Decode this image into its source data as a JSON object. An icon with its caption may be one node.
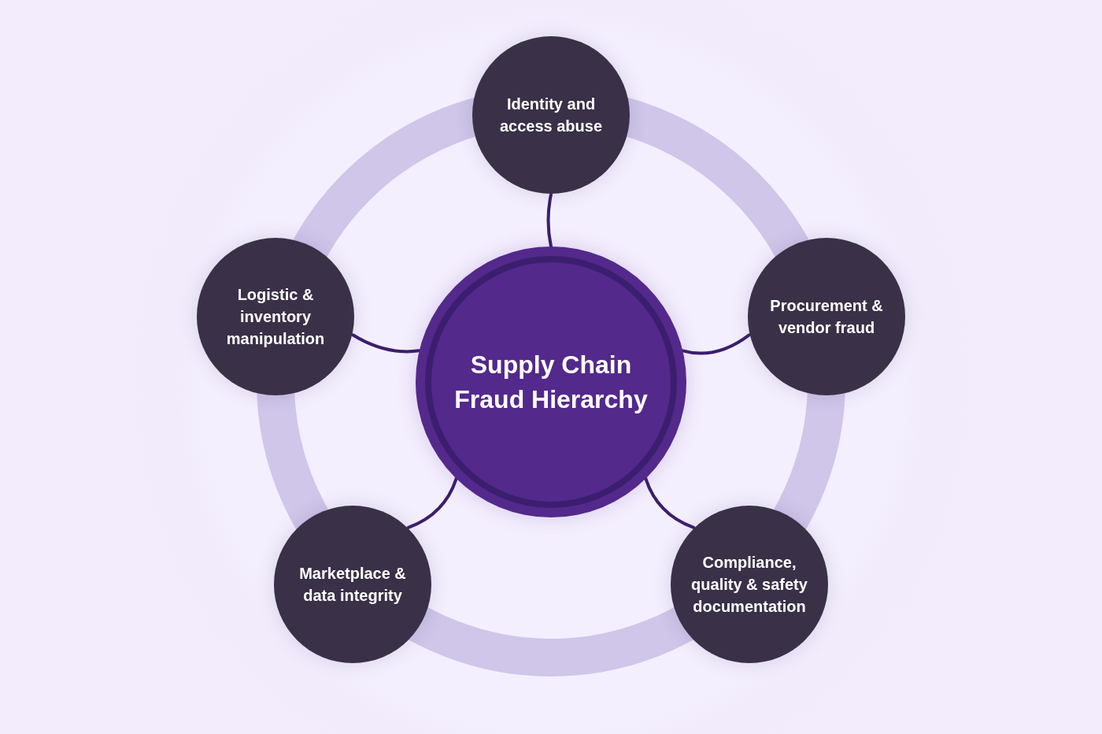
{
  "diagram": {
    "nodes": [
      {
        "text": [
          "Supply Chain Fraud Hierarchy"
        ]
      },
      {
        "text": [
          "Identity and access abuse"
        ]
      },
      {
        "text": [
          "Procurement & vendor fraud"
        ]
      },
      {
        "text": [
          "Compliance, quality & safety documentation"
        ]
      },
      {
        "text": [
          "Marketplace & data integrity"
        ]
      },
      {
        "text": [
          "Logistic & inventory manipulation"
        ]
      }
    ],
    "edges": [
      {
        "from": 0,
        "to": 1,
        "arrow": "none"
      },
      {
        "from": 0,
        "to": 2,
        "arrow": "none"
      },
      {
        "from": 0,
        "to": 3,
        "arrow": "none"
      },
      {
        "from": 0,
        "to": 4,
        "arrow": "none"
      },
      {
        "from": 0,
        "to": 5,
        "arrow": "none"
      }
    ]
  }
}
